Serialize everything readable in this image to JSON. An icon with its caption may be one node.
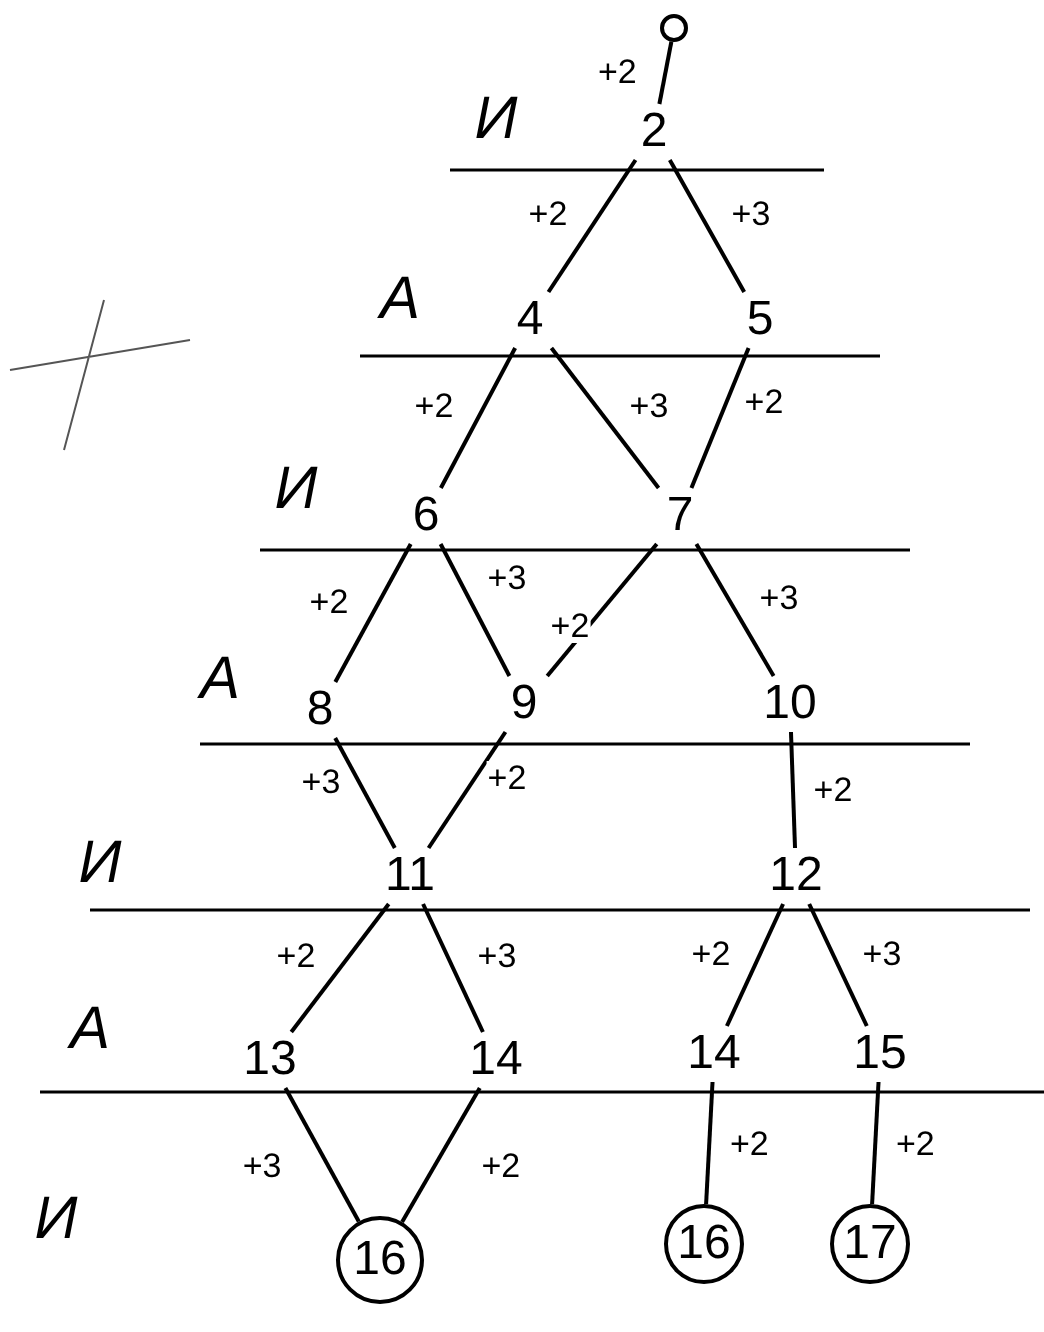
{
  "diagram": {
    "nodes": [
      {
        "text": [],
        "shape": "circle"
      },
      {
        "text": [
          "2"
        ]
      },
      {
        "text": [
          "4"
        ]
      },
      {
        "text": [
          "5"
        ]
      },
      {
        "text": [
          "6"
        ]
      },
      {
        "text": [
          "7"
        ]
      },
      {
        "text": [
          "8"
        ]
      },
      {
        "text": [
          "9"
        ]
      },
      {
        "text": [
          "10"
        ]
      },
      {
        "text": [
          "11"
        ]
      },
      {
        "text": [
          "12"
        ]
      },
      {
        "text": [
          "13"
        ]
      },
      {
        "text": [
          "14"
        ]
      },
      {
        "text": [
          "14"
        ]
      },
      {
        "text": [
          "15"
        ]
      },
      {
        "text": [
          "16"
        ]
      },
      {
        "text": [
          "16"
        ]
      },
      {
        "text": [
          "17"
        ]
      }
    ],
    "edges": [
      {
        "from": 0,
        "to": 1,
        "arrow": "none",
        "label": "+2"
      },
      {
        "from": 1,
        "to": 2,
        "arrow": "none",
        "label": "+2"
      },
      {
        "from": 1,
        "to": 3,
        "arrow": "none",
        "label": "+3"
      },
      {
        "from": 2,
        "to": 4,
        "arrow": "none",
        "label": "+2"
      },
      {
        "from": 2,
        "to": 5,
        "arrow": "none",
        "label": "+3"
      },
      {
        "from": 3,
        "to": 5,
        "arrow": "none",
        "label": "+2"
      },
      {
        "from": 4,
        "to": 6,
        "arrow": "none",
        "label": "+2"
      },
      {
        "from": 4,
        "to": 7,
        "arrow": "none",
        "label": "+3"
      },
      {
        "from": 5,
        "to": 7,
        "arrow": "none",
        "label": "+2"
      },
      {
        "from": 5,
        "to": 8,
        "arrow": "none",
        "label": "+3"
      },
      {
        "from": 6,
        "to": 9,
        "arrow": "none",
        "label": "+3"
      },
      {
        "from": 7,
        "to": 9,
        "arrow": "none",
        "label": "+2"
      },
      {
        "from": 8,
        "to": 10,
        "arrow": "none",
        "label": "+2"
      },
      {
        "from": 9,
        "to": 11,
        "arrow": "none",
        "label": "+2"
      },
      {
        "from": 9,
        "to": 12,
        "arrow": "none",
        "label": "+3"
      },
      {
        "from": 10,
        "to": 13,
        "arrow": "none",
        "label": "+2"
      },
      {
        "from": 10,
        "to": 14,
        "arrow": "none",
        "label": "+3"
      },
      {
        "from": 11,
        "to": 15,
        "arrow": "none",
        "label": "+3"
      },
      {
        "from": 12,
        "to": 15,
        "arrow": "none",
        "label": "+2"
      },
      {
        "from": 13,
        "to": 16,
        "arrow": "none",
        "label": "+2"
      },
      {
        "from": 14,
        "to": 17,
        "arrow": "none",
        "label": "+2"
      }
    ],
    "labels": [
      "И",
      "А",
      "И",
      "А",
      "И",
      "А",
      "И"
    ]
  }
}
